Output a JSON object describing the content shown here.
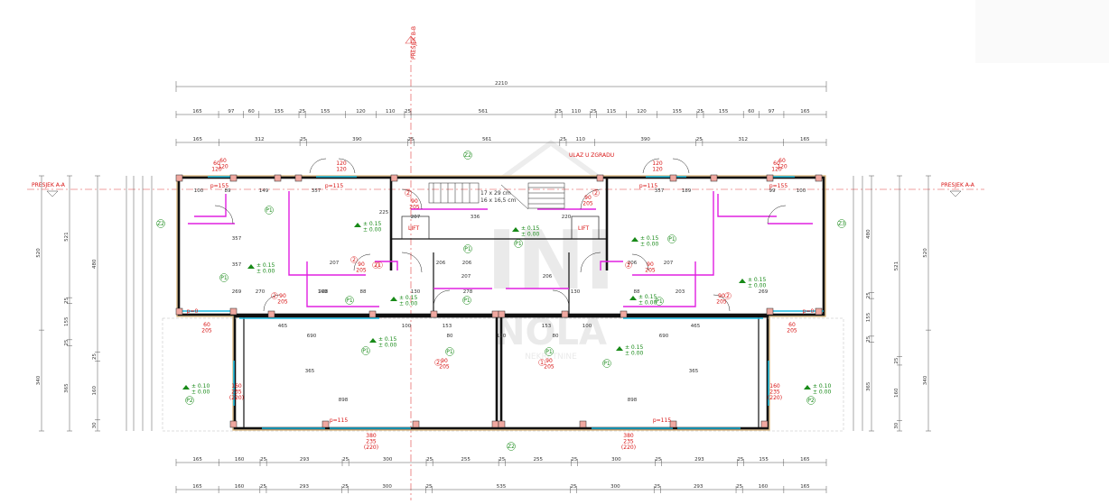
{
  "section_labels": {
    "vertical": "PRESJEK B-B",
    "left": "PRESJEK A-A",
    "right": "PRESJEK A-A"
  },
  "entrance": "ULAZ U ZGRADU",
  "stair_note": {
    "line1": "17 x 29 cm",
    "line2": "16 x 16,5 cm"
  },
  "lift": {
    "left": "LIFT",
    "right": "LIFT"
  },
  "watermark": {
    "top": "INI",
    "bottom": "NOLA",
    "small": "NEKRETNINE"
  },
  "overall_dim": "2210",
  "dims_top_row1": [
    "165",
    "97",
    "60",
    "155",
    "25",
    "155",
    "120",
    "110",
    "25",
    "561",
    "25",
    "110",
    "25",
    "115",
    "120",
    "155",
    "25",
    "155",
    "60",
    "97",
    "165"
  ],
  "dims_top_row2": [
    "165",
    "312",
    "25",
    "390",
    "25",
    "561",
    "25",
    "110",
    "390",
    "25",
    "312",
    "165"
  ],
  "dims_bottom_row1": [
    "165",
    "160",
    "25",
    "293",
    "25",
    "300",
    "25",
    "255",
    "25",
    "255",
    "25",
    "300",
    "25",
    "293",
    "25",
    "155",
    "165"
  ],
  "dims_bottom_row2": [
    "165",
    "160",
    "25",
    "293",
    "25",
    "300",
    "25",
    "535",
    "25",
    "300",
    "25",
    "293",
    "25",
    "160",
    "165"
  ],
  "dims_left_outer": [
    "520",
    "340"
  ],
  "dims_left_mid": [
    "521",
    "25",
    "155",
    "25",
    "365"
  ],
  "dims_left_inner": [
    "480",
    "25",
    "160",
    "30"
  ],
  "dims_right_inner": [
    "480",
    "25",
    "155",
    "25",
    "365"
  ],
  "dims_right_mid": [
    "521",
    "25",
    "160",
    "30"
  ],
  "dims_right_outer": [
    "520",
    "340"
  ],
  "room_dims": [
    "100",
    "89",
    "149",
    "357",
    "189",
    "357",
    "99",
    "100",
    "357",
    "207",
    "206",
    "206",
    "207",
    "357",
    "269",
    "88",
    "130",
    "278",
    "130",
    "88",
    "269",
    "203",
    "465",
    "100",
    "153",
    "153",
    "100",
    "465",
    "690",
    "80",
    "120",
    "80",
    "690",
    "365",
    "365",
    "898",
    "898",
    "270",
    "228",
    "336",
    "220",
    "207",
    "206",
    "207",
    "206",
    "140",
    "225"
  ],
  "window_tags": [
    "90\n205",
    "90\n205",
    "90\n205",
    "90\n205",
    "90\n205",
    "90\n205",
    "90\n205",
    "90\n205",
    "60\n120",
    "120\n120",
    "120\n120",
    "60\n120",
    "60\n120",
    "60\n120",
    "60\n205",
    "60\n205",
    "160\n235\n(220)",
    "160\n235\n(220)",
    "380\n235\n(220)",
    "380\n235\n(220)"
  ],
  "levels": [
    "± 0.15\n± 0.00",
    "± 0.15\n± 0.00",
    "± 0.15\n± 0.00",
    "± 0.15\n± 0.00",
    "± 0.15\n± 0.00",
    "± 0.15\n± 0.00",
    "± 0.15\n± 0.00",
    "± 0.15\n± 0.00",
    "± 0.15\n± 0.00",
    "± 0.10\n± 0.00",
    "± 0.10\n± 0.00"
  ],
  "parapets": [
    "p=155",
    "p=115",
    "p=115",
    "p=155",
    "p=0",
    "p=0",
    "p=115",
    "p=115"
  ],
  "door_tags": [
    "2",
    "2",
    "2",
    "2",
    "2",
    "2",
    "2",
    "2",
    "1",
    "1"
  ],
  "room_tags": [
    "P1",
    "P1",
    "P1",
    "P1",
    "P1",
    "P1",
    "P1",
    "P1",
    "P1",
    "P1",
    "P1",
    "P1",
    "P2",
    "P2",
    "Z2",
    "Z2",
    "Z3",
    "Z2"
  ]
}
